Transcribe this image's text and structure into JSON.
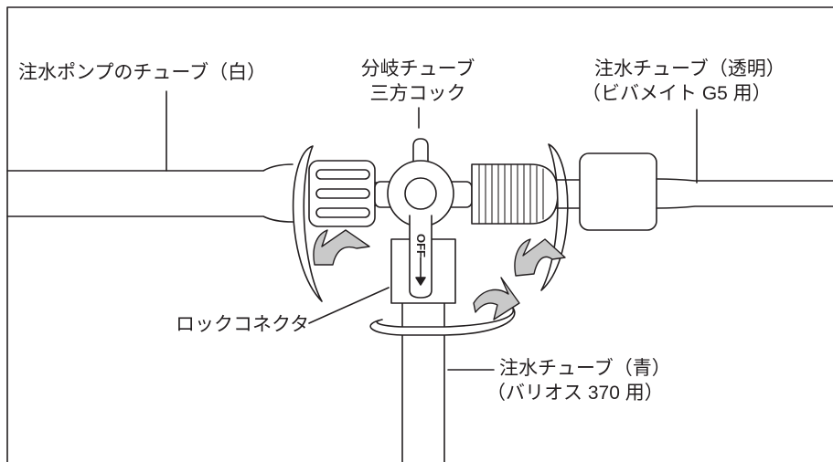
{
  "labels": {
    "pump_tube": "注水ポンプのチューブ（白）",
    "branch_tube_line1": "分岐チューブ",
    "branch_tube_line2": "三方コック",
    "clear_tube_line1": "注水チューブ（透明）",
    "clear_tube_line2": "（ビバメイト G5 用）",
    "lock_connector": "ロックコネクタ",
    "blue_tube_line1": "注水チューブ（青）",
    "blue_tube_line2": "（バリオス 370 用）",
    "off_marker": "OFF"
  },
  "colors": {
    "ink": "#231f20",
    "arrow_fill": "#c9c9c9",
    "background": "#ffffff"
  }
}
